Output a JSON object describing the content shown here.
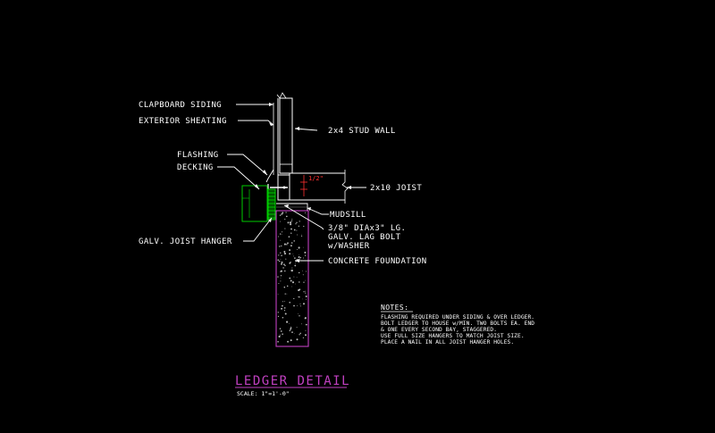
{
  "drawing": {
    "title": "LEDGER DETAIL",
    "scale": "SCALE: 1\"=1'-0\""
  },
  "labels": {
    "clapboard_siding": "CLAPBOARD SIDING",
    "exterior_sheathing": "EXTERIOR SHEATING",
    "stud_wall": "2x4 STUD WALL",
    "flashing": "FLASHING",
    "decking": "DECKING",
    "joist": "2x10 JOIST",
    "mudsill": "MUDSILL",
    "lag_bolt": [
      "3/8\" DIAx3\" LG.",
      "GALV. LAG BOLT",
      "w/WASHER"
    ],
    "joist_hanger": "GALV. JOIST HANGER",
    "concrete_foundation": "CONCRETE FOUNDATION",
    "dimension": "1/2\""
  },
  "notes": {
    "heading": "NOTES:",
    "lines": [
      "FLASHING REQUIRED UNDER SIDING & OVER LEDGER.",
      "BOLT LEDGER TO HOUSE w/MIN. TWO BOLTS EA. END",
      "& ONE EVERY SECOND BAY, STAGGERED.",
      "USE FULL SIZE HANGERS TO MATCH JOIST SIZE.",
      "PLACE A NAIL IN ALL JOIST HANGER HOLES."
    ]
  },
  "colors": {
    "background": "#000000",
    "linework": "#ffffff",
    "foundation_outline": "#c040c0",
    "hanger": "#00cc00",
    "dimension": "#ff3030",
    "title": "#c040c0"
  }
}
